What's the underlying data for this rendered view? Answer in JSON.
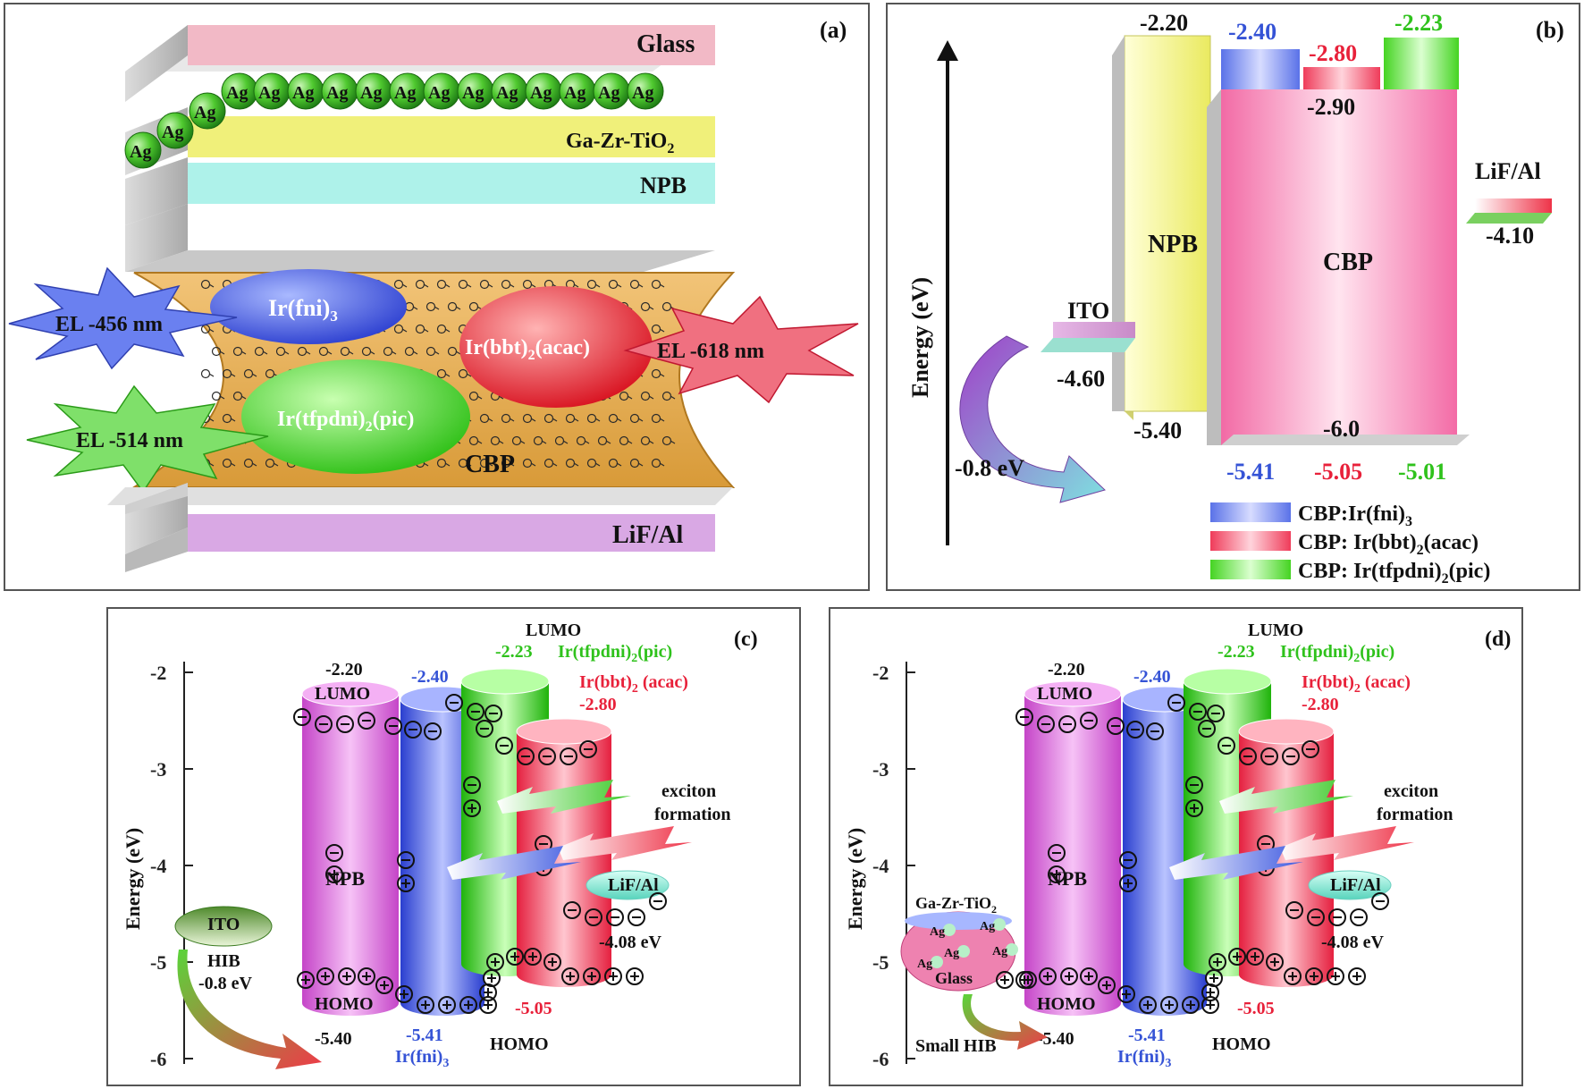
{
  "colors": {
    "blue": "#3a5bd9",
    "red": "#e8283c",
    "green": "#35c41e",
    "magenta": "#d86ad8",
    "pink": "#f06aa0",
    "orange": "#e3a843",
    "yellow": "#f0f07a",
    "cyan": "#7fe8e0",
    "text_blue": "#3553d6",
    "text_red": "#e8213a",
    "text_green": "#2fc21c"
  },
  "panel_a": {
    "label": "(a)",
    "glass": "Glass",
    "gzt": "Ga-Zr-TiO",
    "gzt_sub": "2",
    "npb": "NPB",
    "ag": "Ag",
    "ir_fni": "Ir(fni)",
    "ir_fni_sub": "3",
    "ir_bbt": "Ir(bbt)",
    "ir_bbt_sub": "2",
    "ir_bbt_tail": "(acac)",
    "ir_tfp": "Ir(tfpdni)",
    "ir_tfp_sub": "2",
    "ir_tfp_tail": "(pic)",
    "el_456": "EL -456 nm",
    "el_618": "EL -618 nm",
    "el_514": "EL -514 nm",
    "cbp": "CBP",
    "lif": "LiF/Al"
  },
  "panel_b": {
    "label": "(b)",
    "ylabel": "Energy (eV)",
    "npb_lumo": "-2.20",
    "fni_lumo": "-2.40",
    "bbt_lumo": "-2.80",
    "tfp_lumo": "-2.23",
    "cbp_lumo": "-2.90",
    "lif_label": "LiF/Al",
    "lif_val": "-4.10",
    "npb": "NPB",
    "cbp": "CBP",
    "ito": "ITO",
    "ito_val": "-4.60",
    "npb_homo": "-5.40",
    "cbp_homo": "-6.0",
    "hib": "-0.8 eV",
    "fni_homo": "-5.41",
    "bbt_homo": "-5.05",
    "tfp_homo": "-5.01",
    "legend": [
      {
        "pre": "CBP:Ir(fni)",
        "sub": "3",
        "post": ""
      },
      {
        "pre": "CBP: Ir(bbt)",
        "sub": "2",
        "post": "(acac)"
      },
      {
        "pre": "CBP: Ir(tfpdni)",
        "sub": "2",
        "post": "(pic)"
      }
    ]
  },
  "panel_c": {
    "label": "(c)",
    "ylabel": "Energy (eV)",
    "yticks": [
      "-2",
      "-3",
      "-4",
      "-5",
      "-6"
    ],
    "lumo": "LUMO",
    "homo": "HOMO",
    "tfp_val": "-2.23",
    "tfp_name": "Ir(tfpdni)",
    "tfp_sub": "2",
    "tfp_tail": "(pic)",
    "bbt_name": "Ir(bbt)",
    "bbt_sub": "2",
    "bbt_tail": " (acac)",
    "bbt_val": "-2.80",
    "npb_lumo": "-2.20",
    "fni_lumo": "-2.40",
    "npb": "NPB",
    "exciton1": "exciton",
    "exciton2": "formation",
    "lif": "LiF/Al",
    "lif_val": "-4.08 eV",
    "ito": "ITO",
    "hib": "HIB",
    "hib_val": "-0.8 eV",
    "npb_homo": "-5.40",
    "fni_homo": "-5.41",
    "fni_name": "Ir(fni)",
    "fni_sub": "3",
    "homo_bottom": "HOMO",
    "bbt_homo": "-5.05"
  },
  "panel_d": {
    "label": "(d)",
    "ylabel": "Energy (eV)",
    "yticks": [
      "-2",
      "-3",
      "-4",
      "-5",
      "-6"
    ],
    "lumo": "LUMO",
    "homo": "HOMO",
    "tfp_val": "-2.23",
    "tfp_name": "Ir(tfpdni)",
    "tfp_sub": "2",
    "tfp_tail": "(pic)",
    "bbt_name": "Ir(bbt)",
    "bbt_sub": "2",
    "bbt_tail": " (acac)",
    "bbt_val": "-2.80",
    "npb_lumo": "-2.20",
    "fni_lumo": "-2.40",
    "npb": "NPB",
    "exciton1": "exciton",
    "exciton2": "formation",
    "lif": "LiF/Al",
    "lif_val": "-4.08 eV",
    "gzt": "Ga-Zr-TiO",
    "gzt_sub": "2",
    "ag": "Ag",
    "glass": "Glass",
    "small_hib": "Small HIB",
    "npb_homo": "-5.40",
    "fni_homo": "-5.41",
    "fni_name": "Ir(fni)",
    "fni_sub": "3",
    "homo_bottom": "HOMO",
    "bbt_homo": "-5.05"
  }
}
